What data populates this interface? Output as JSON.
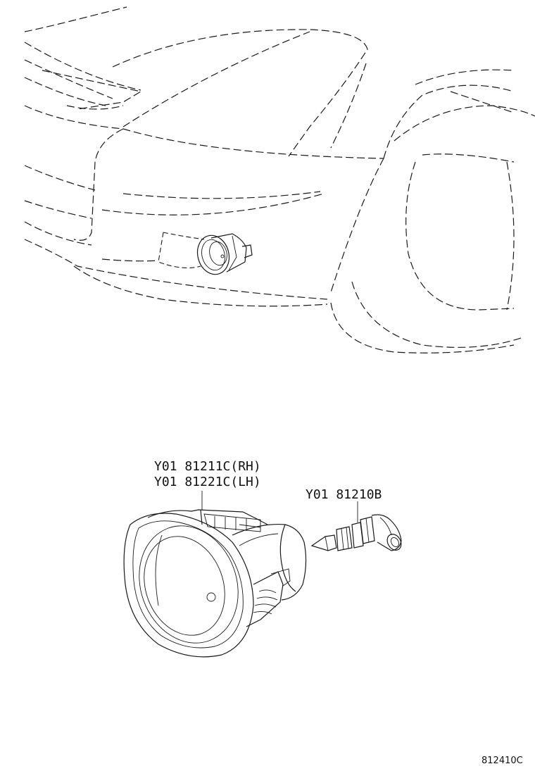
{
  "callouts": {
    "fog_lamp_rh": "Y01 81211C(RH)",
    "fog_lamp_lh": "Y01 81221C(LH)",
    "bulb": "Y01 81210B"
  },
  "diagram_code": "812410C",
  "line_color": "#1a1a1a",
  "background": "#ffffff"
}
